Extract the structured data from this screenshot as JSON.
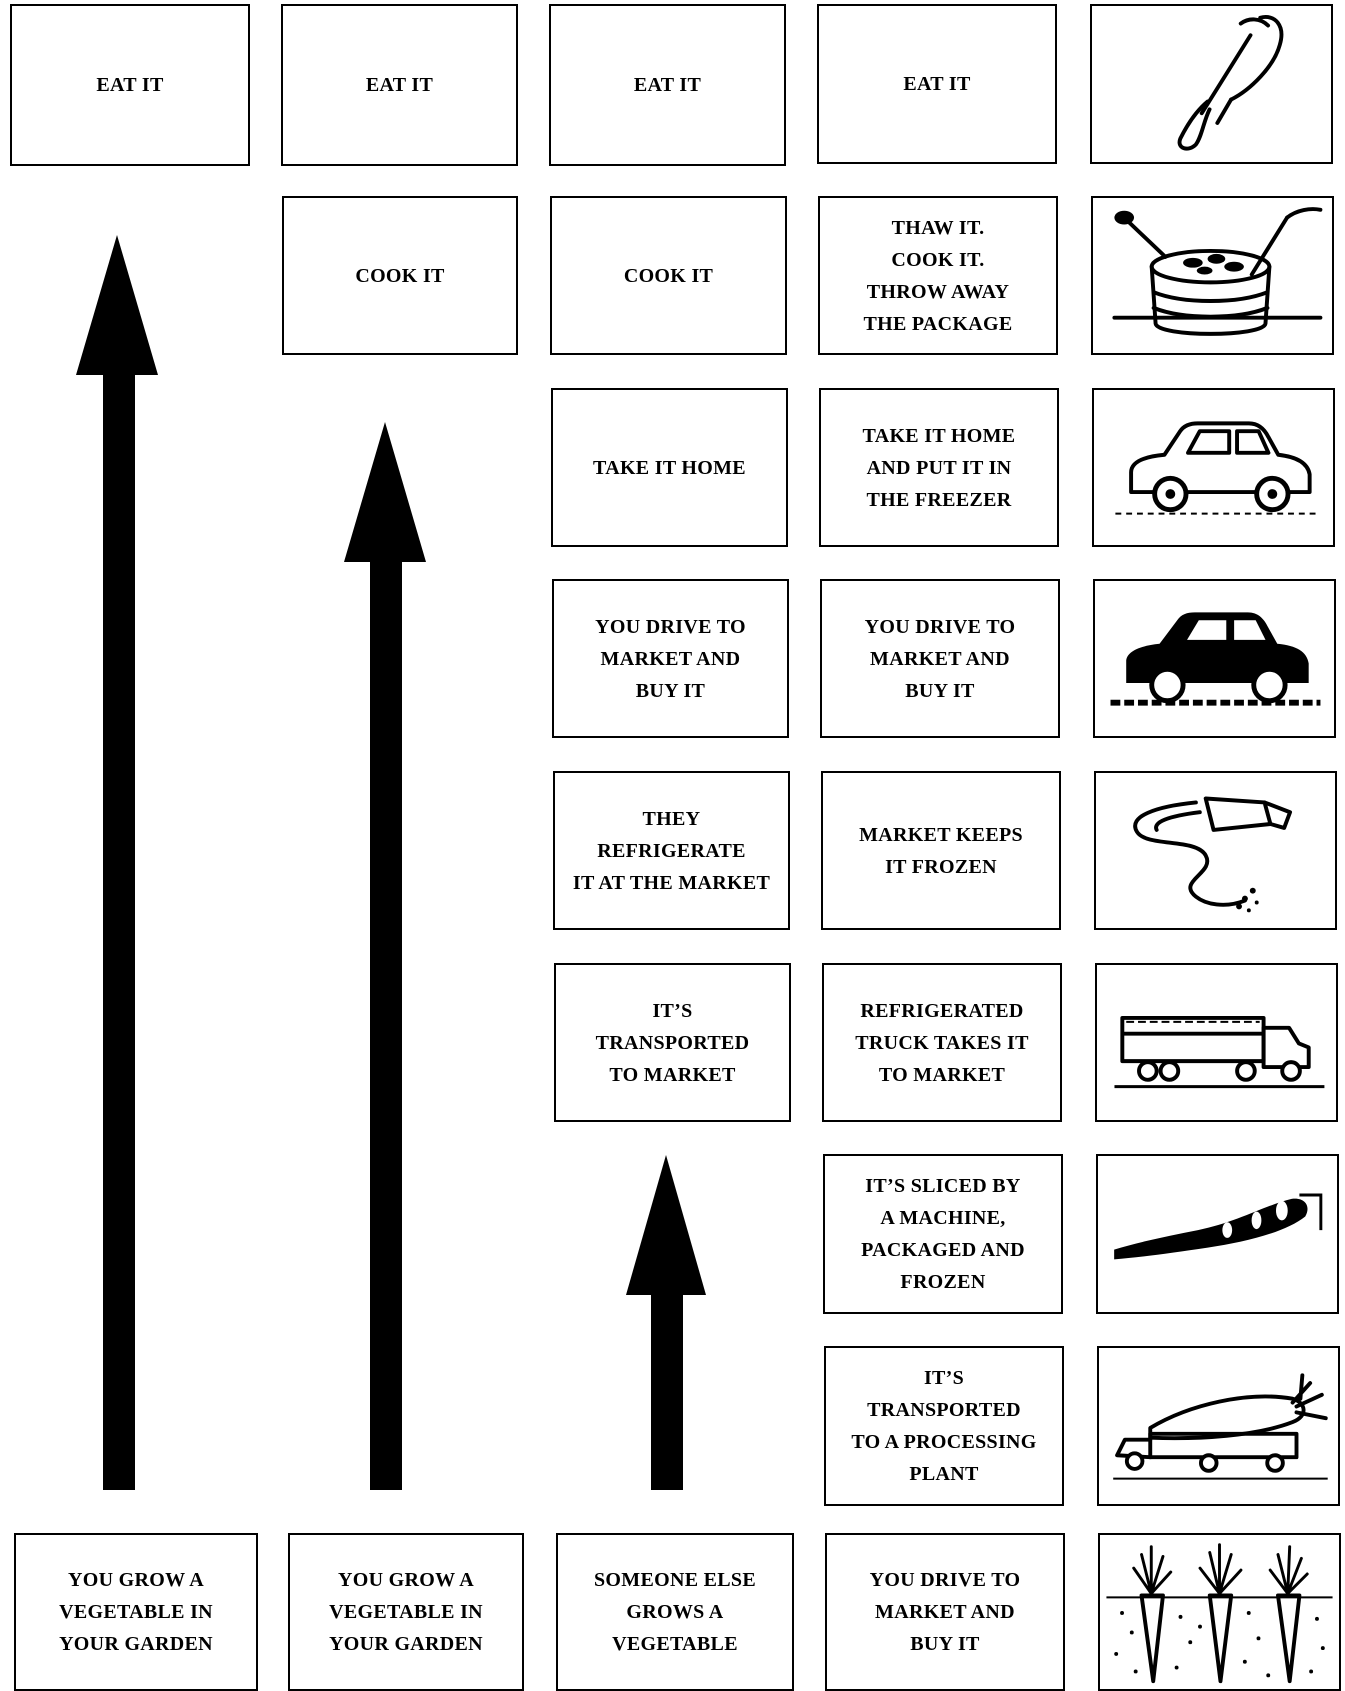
{
  "columns": [
    {
      "start": "YOU GROW A\nVEGETABLE IN\nYOUR GARDEN",
      "steps": [
        "EAT IT"
      ]
    },
    {
      "start": "YOU GROW A\nVEGETABLE IN\nYOUR GARDEN",
      "steps": [
        "COOK IT",
        "EAT IT"
      ]
    },
    {
      "start": "SOMEONE ELSE\nGROWS A\nVEGETABLE",
      "steps": [
        "IT’S\nTRANSPORTED\nTO MARKET",
        "THEY\nREFRIGERATE\nIT AT THE MARKET",
        "YOU DRIVE TO\nMARKET AND\nBUY IT",
        "TAKE IT HOME",
        "COOK IT",
        "EAT IT"
      ]
    },
    {
      "start": "YOU DRIVE TO\nMARKET AND\nBUY IT",
      "steps": [
        "IT’S\nTRANSPORTED\nTO A PROCESSING\nPLANT",
        "IT’S SLICED BY\nA MACHINE,\nPACKAGED AND\nFROZEN",
        "REFRIGERATED\nTRUCK TAKES IT\nTO MARKET",
        "MARKET KEEPS\nIT FROZEN",
        "YOU DRIVE TO\nMARKET AND\nBUY IT",
        "TAKE IT HOME\nAND PUT IT IN\nTHE FREEZER",
        "THAW IT.\nCOOK IT.\nTHROW AWAY\nTHE PACKAGE",
        "EAT IT"
      ]
    }
  ],
  "pictures": [
    "fork-icon",
    "cooking-pot-icon",
    "car-icon",
    "car-icon",
    "frozen-package-icon",
    "refrigerated-truck-icon",
    "sliced-carrots-icon",
    "carrot-truck-icon",
    "carrots-in-soil-icon"
  ]
}
